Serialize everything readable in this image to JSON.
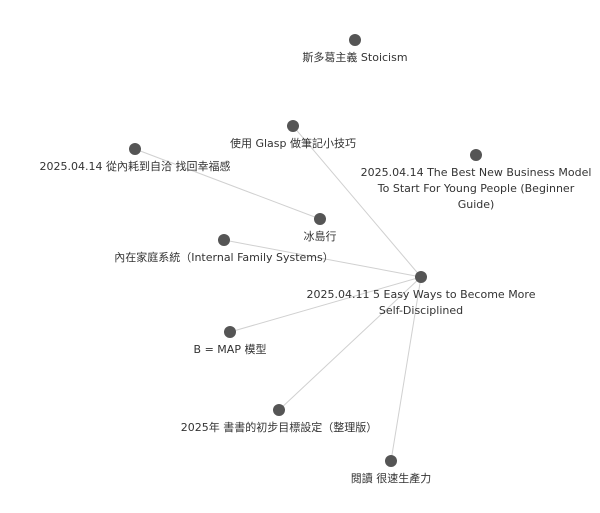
{
  "graph": {
    "nodes": [
      {
        "id": "stoicism",
        "label": [
          "斯多葛主義 Stoicism"
        ]
      },
      {
        "id": "glasp",
        "label": [
          "使用 Glasp 做筆記小技巧"
        ]
      },
      {
        "id": "neihao",
        "label": [
          "2025.04.14 從內耗到自洽 找回幸福感"
        ]
      },
      {
        "id": "business",
        "label": [
          "2025.04.14 The Best New Business Model",
          "To Start For Young People (Beginner",
          "Guide)"
        ]
      },
      {
        "id": "iceland",
        "label": [
          "冰島行"
        ]
      },
      {
        "id": "ifs",
        "label": [
          "內在家庭系統（Internal Family Systems）"
        ]
      },
      {
        "id": "selfdisc",
        "label": [
          "2025.04.11 5 Easy Ways to Become More",
          "Self-Disciplined"
        ]
      },
      {
        "id": "bmap",
        "label": [
          "B = MAP 模型"
        ]
      },
      {
        "id": "goals",
        "label": [
          "2025年 書書的初步目標設定（整理版）"
        ]
      },
      {
        "id": "reading",
        "label": [
          "閱讀 很速生產力"
        ]
      }
    ],
    "edges": [
      [
        "neihao",
        "iceland"
      ],
      [
        "glasp",
        "selfdisc"
      ],
      [
        "ifs",
        "selfdisc"
      ],
      [
        "bmap",
        "selfdisc"
      ],
      [
        "goals",
        "selfdisc"
      ],
      [
        "reading",
        "selfdisc"
      ]
    ]
  }
}
